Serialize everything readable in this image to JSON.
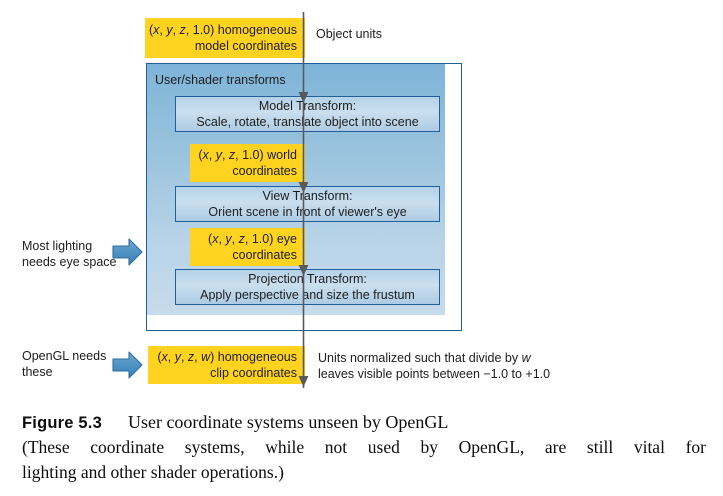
{
  "figure": {
    "container": {
      "label": "User/shader transforms"
    },
    "coordinate_boxes": [
      {
        "name": "model-coordinates",
        "line1_prefix": "(",
        "line1": "(x, y, z, 1.0) homogeneous",
        "line2": "model coordinates",
        "vars": "x, y, z",
        "tuple_tail": ", 1.0) homogeneous",
        "color": "#ffd320"
      },
      {
        "name": "world-coordinates",
        "line1": "(x, y, z, 1.0) world",
        "line2": "coordinates",
        "tuple_tail": ", 1.0) world",
        "color": "#ffd320"
      },
      {
        "name": "eye-coordinates",
        "line1": "(x, y, z, 1.0) eye",
        "line2": "coordinates",
        "tuple_tail": ", 1.0) eye",
        "color": "#ffd320"
      },
      {
        "name": "clip-coordinates",
        "line1": "(x, y, z, w) homogeneous",
        "line2": "clip coordinates",
        "tuple_tail": ", w) homogeneous",
        "color": "#ffd320"
      }
    ],
    "transforms": [
      {
        "name": "model-transform",
        "title": "Model Transform:",
        "description": "Scale, rotate, translate object into scene"
      },
      {
        "name": "view-transform",
        "title": "View Transform:",
        "description": "Orient scene in front of viewer's eye"
      },
      {
        "name": "projection-transform",
        "title": "Projection Transform:",
        "description": "Apply perspective and size the frustum"
      }
    ],
    "right_notes": [
      {
        "name": "object-units-note",
        "line1": "Object units",
        "line2": ""
      },
      {
        "name": "clip-units-note",
        "line1": "Units normalized such that divide by w",
        "line2": "leaves visible points between −1.0 to +1.0"
      }
    ],
    "left_notes": [
      {
        "name": "lighting-note",
        "line1": "Most lighting",
        "line2": "needs eye space"
      },
      {
        "name": "opengl-note",
        "line1": "OpenGL needs",
        "line2": "these"
      }
    ],
    "colors": {
      "yellow": "#ffd320",
      "container_blue_top": "#7eb4d8",
      "container_blue_bottom": "#c6dbeb",
      "border_blue": "#1f6099",
      "arrow_blue": "#4a90c4",
      "flow_line": "#595959"
    }
  },
  "caption": {
    "figure_number": "Figure 5.3",
    "title": "User coordinate systems unseen by OpenGL",
    "body_line1": "(These coordinate systems, while not used by OpenGL, are still vital for",
    "body_line2": "lighting and other shader operations.)"
  }
}
